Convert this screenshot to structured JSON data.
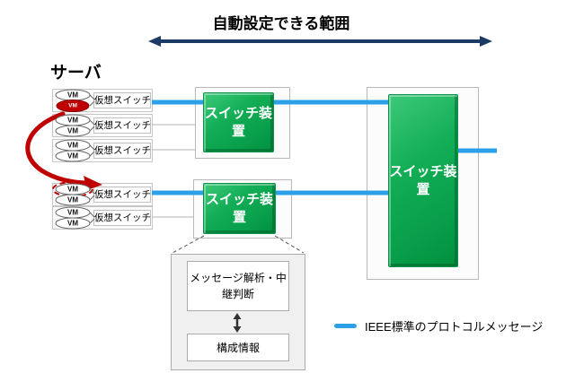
{
  "colors": {
    "accent_blue": "#2b9fe8",
    "navy": "#1c3a66",
    "green_dark": "#00903f",
    "red": "#c00000",
    "gray_line": "#b3b3b3"
  },
  "title": "自動設定できる範囲",
  "server_label": "サーバ",
  "rows": [
    {
      "label": "仮想スイッチ",
      "vms": [
        "VM",
        "VM"
      ],
      "highlight": "migration-source"
    },
    {
      "label": "仮想スイッチ",
      "vms": [
        "VM",
        "VM"
      ]
    },
    {
      "label": "仮想スイッチ",
      "vms": [
        "VM",
        "VM"
      ]
    },
    {
      "label": "仮想スイッチ",
      "vms": [
        "VM",
        "VM"
      ],
      "highlight": "migration-destination"
    },
    {
      "label": "仮想スイッチ",
      "vms": [
        "VM",
        "VM"
      ]
    }
  ],
  "switch_devices": {
    "left_top": "スイッチ装置",
    "left_bottom": "スイッチ装置",
    "right": "スイッチ装置"
  },
  "callout": {
    "analysis": "メッセージ解析・中継判断",
    "config": "構成情報"
  },
  "legend": {
    "label": "IEEE標準のプロトコルメッセージ"
  }
}
